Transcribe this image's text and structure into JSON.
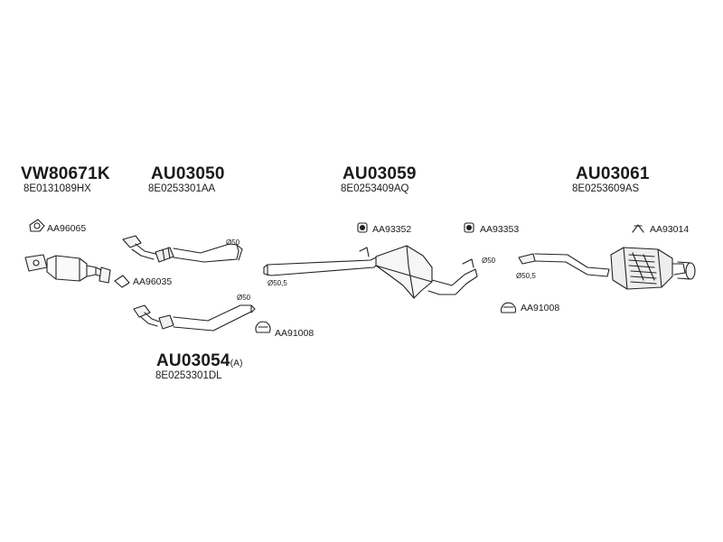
{
  "groups": [
    {
      "code": "VW80671K",
      "oem": "8E0131089HX"
    },
    {
      "code": "AU03050",
      "oem": "8E0253301AA"
    },
    {
      "code": "AU03059",
      "oem": "8E0253409AQ"
    },
    {
      "code": "AU03061",
      "oem": "8E0253609AS"
    },
    {
      "code": "AU03054",
      "suffix": "(A)",
      "oem": "8E0253301DL"
    }
  ],
  "accessories": [
    {
      "ref": "AA96065",
      "icon": "gasket-icon"
    },
    {
      "ref": "AA96035",
      "icon": "gasket-icon"
    },
    {
      "ref": "AA91008",
      "icon": "clamp-icon"
    },
    {
      "ref": "AA93352",
      "icon": "rubber-mount-icon"
    },
    {
      "ref": "AA93353",
      "icon": "rubber-mount-icon"
    },
    {
      "ref": "AA93014",
      "icon": "hanger-icon"
    },
    {
      "ref": "AA91008",
      "icon": "clamp-icon"
    }
  ],
  "diameters": [
    "Ø50",
    "Ø50",
    "Ø50,5",
    "Ø50",
    "Ø50,5"
  ]
}
